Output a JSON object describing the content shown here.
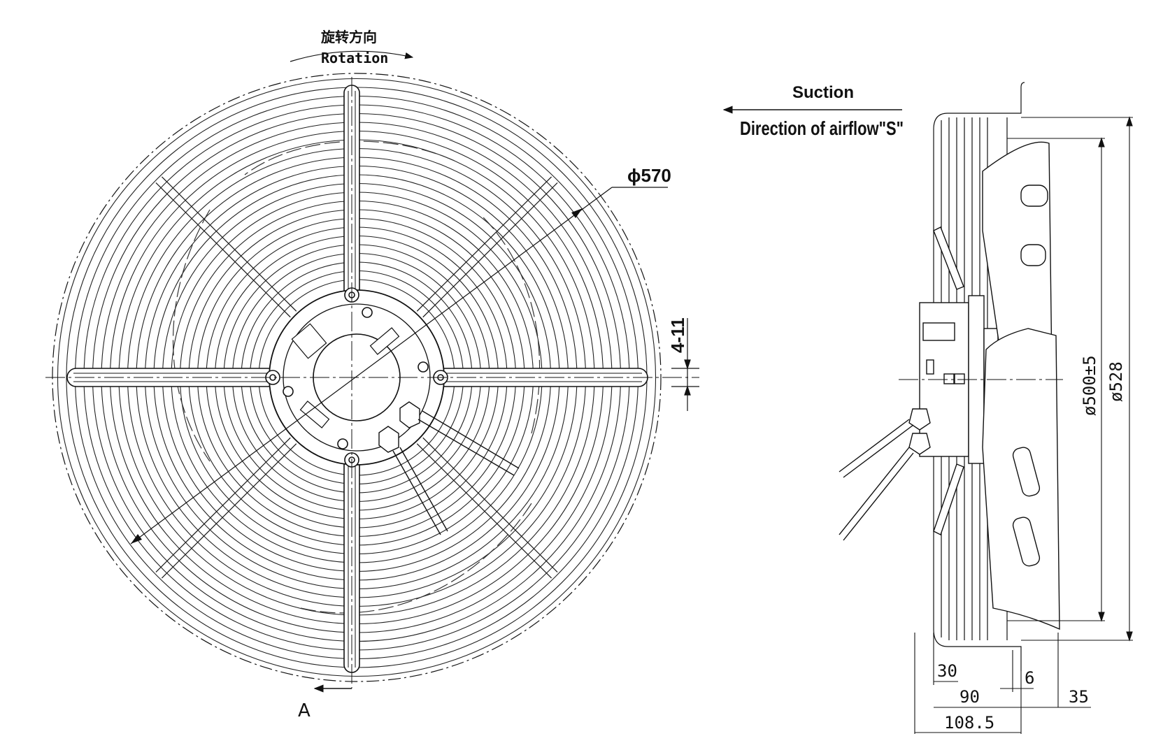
{
  "rotation": {
    "label_cn": "旋转方向",
    "label_en": "Rotation"
  },
  "airflow": {
    "suction": "Suction",
    "direction": "Direction of airflow\"S\""
  },
  "front_view": {
    "diameter": "ϕ570",
    "mounting_holes": "4-11",
    "view_marker": "A"
  },
  "side_view": {
    "dim_500": "ø500±5",
    "dim_528": "ø528",
    "dim_30": "30",
    "dim_90": "90",
    "dim_108_5": "108.5",
    "dim_6": "6",
    "dim_35": "35"
  },
  "colors": {
    "line": "#111111",
    "background": "#ffffff"
  }
}
